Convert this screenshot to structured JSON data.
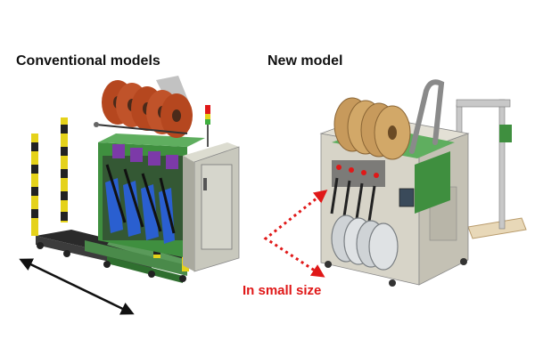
{
  "labels": {
    "conventional": "Conventional models",
    "new_model": "New model",
    "small_size": "In small size"
  },
  "colors": {
    "callout_red": "#e01818",
    "reel_copper": "#b5471f",
    "reel_wood": "#c79a5c",
    "frame_green": "#3f8f3f",
    "feeder_blue": "#2a5fd0",
    "feeder_purple": "#7c3aa8",
    "post_yellow": "#e5d21a"
  },
  "icons": [
    "double-headed-arrow-icon",
    "dotted-arrow-icon"
  ]
}
